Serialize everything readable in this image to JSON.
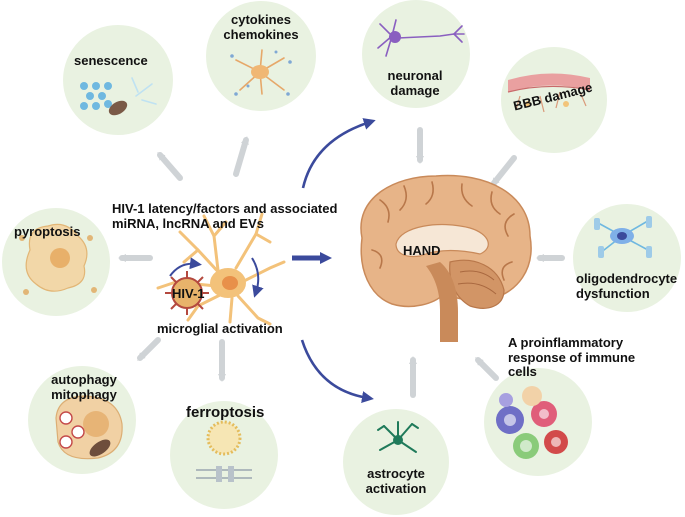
{
  "colors": {
    "circle_bg": "#e9f2e1",
    "arrow_gray": "#cfd3d6",
    "arrow_blue": "#3b4a9c",
    "brain_tan": "#e7b488",
    "microglia": "#f3c27a",
    "astrocyte": "#1f7a5a",
    "neuron": "#8a5fc0"
  },
  "labels": {
    "cytokines": "cytokines",
    "chemokines": "chemokines",
    "senescence": "senescence",
    "neuronal": "neuronal",
    "damage": "damage",
    "bbb_damage": "BBB damage",
    "hiv_line1": "HIV-1 latency/factors and associated",
    "hiv_line2": "miRNA, lncRNA and EVs",
    "pyroptosis": "pyroptosis",
    "hand": "HAND",
    "hiv1": "HIV-1",
    "oligo_line1": "oligodendrocyte",
    "oligo_line2": "dysfunction",
    "microglial_activation": "microglial activation",
    "proinfl_line1": "A proinflammatory",
    "proinfl_line2": "response of immune",
    "proinfl_line3": "cells",
    "autophagy": "autophagy",
    "mitophagy": "mitophagy",
    "ferroptosis": "ferroptosis",
    "astrocyte": "astrocyte",
    "activation": "activation"
  },
  "icons": [
    "cytokine-cell-icon",
    "senescence-cells-icon",
    "neuron-icon",
    "bbb-vessel-icon",
    "pyroptotic-cell-icon",
    "brain-icon",
    "oligodendrocyte-icon",
    "microglia-icon",
    "hiv-virus-icon",
    "autophagy-cell-icon",
    "ferroptosis-membrane-icon",
    "astrocyte-icon",
    "immune-cells-icon"
  ]
}
